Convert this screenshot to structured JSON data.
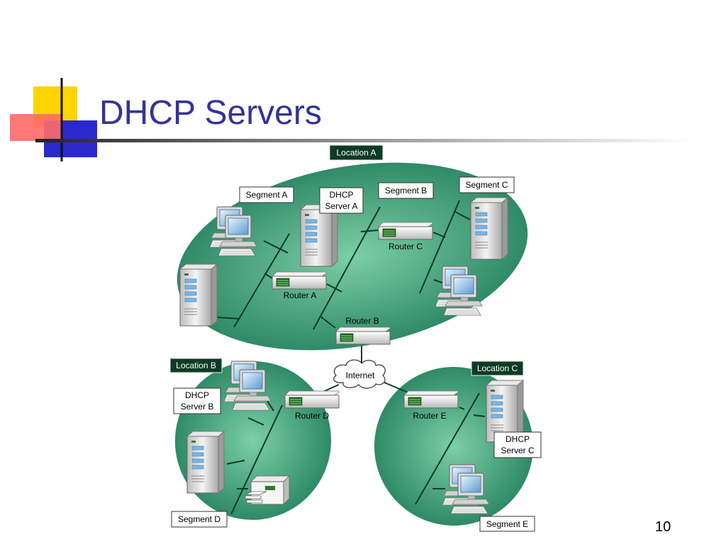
{
  "slide": {
    "title": "DHCP Servers",
    "page_number": "10"
  },
  "diagram": {
    "locations": {
      "a": "Location A",
      "b": "Location B",
      "c": "Location C"
    },
    "segments": {
      "a": "Segment A",
      "b": "Segment B",
      "c": "Segment C",
      "d": "Segment D",
      "e": "Segment E"
    },
    "routers": {
      "a": "Router A",
      "b": "Router B",
      "c": "Router C",
      "d": "Router D",
      "e": "Router E"
    },
    "dhcp": {
      "a": [
        "DHCP",
        "Server A"
      ],
      "b": [
        "DHCP",
        "Server B"
      ],
      "c": [
        "DHCP",
        "Server C"
      ]
    },
    "internet": "Internet"
  },
  "colors": {
    "title": "#333399",
    "ellipse": "#3a9a7a",
    "location_tag": "#0d3b26",
    "link": "#0e3a26"
  }
}
